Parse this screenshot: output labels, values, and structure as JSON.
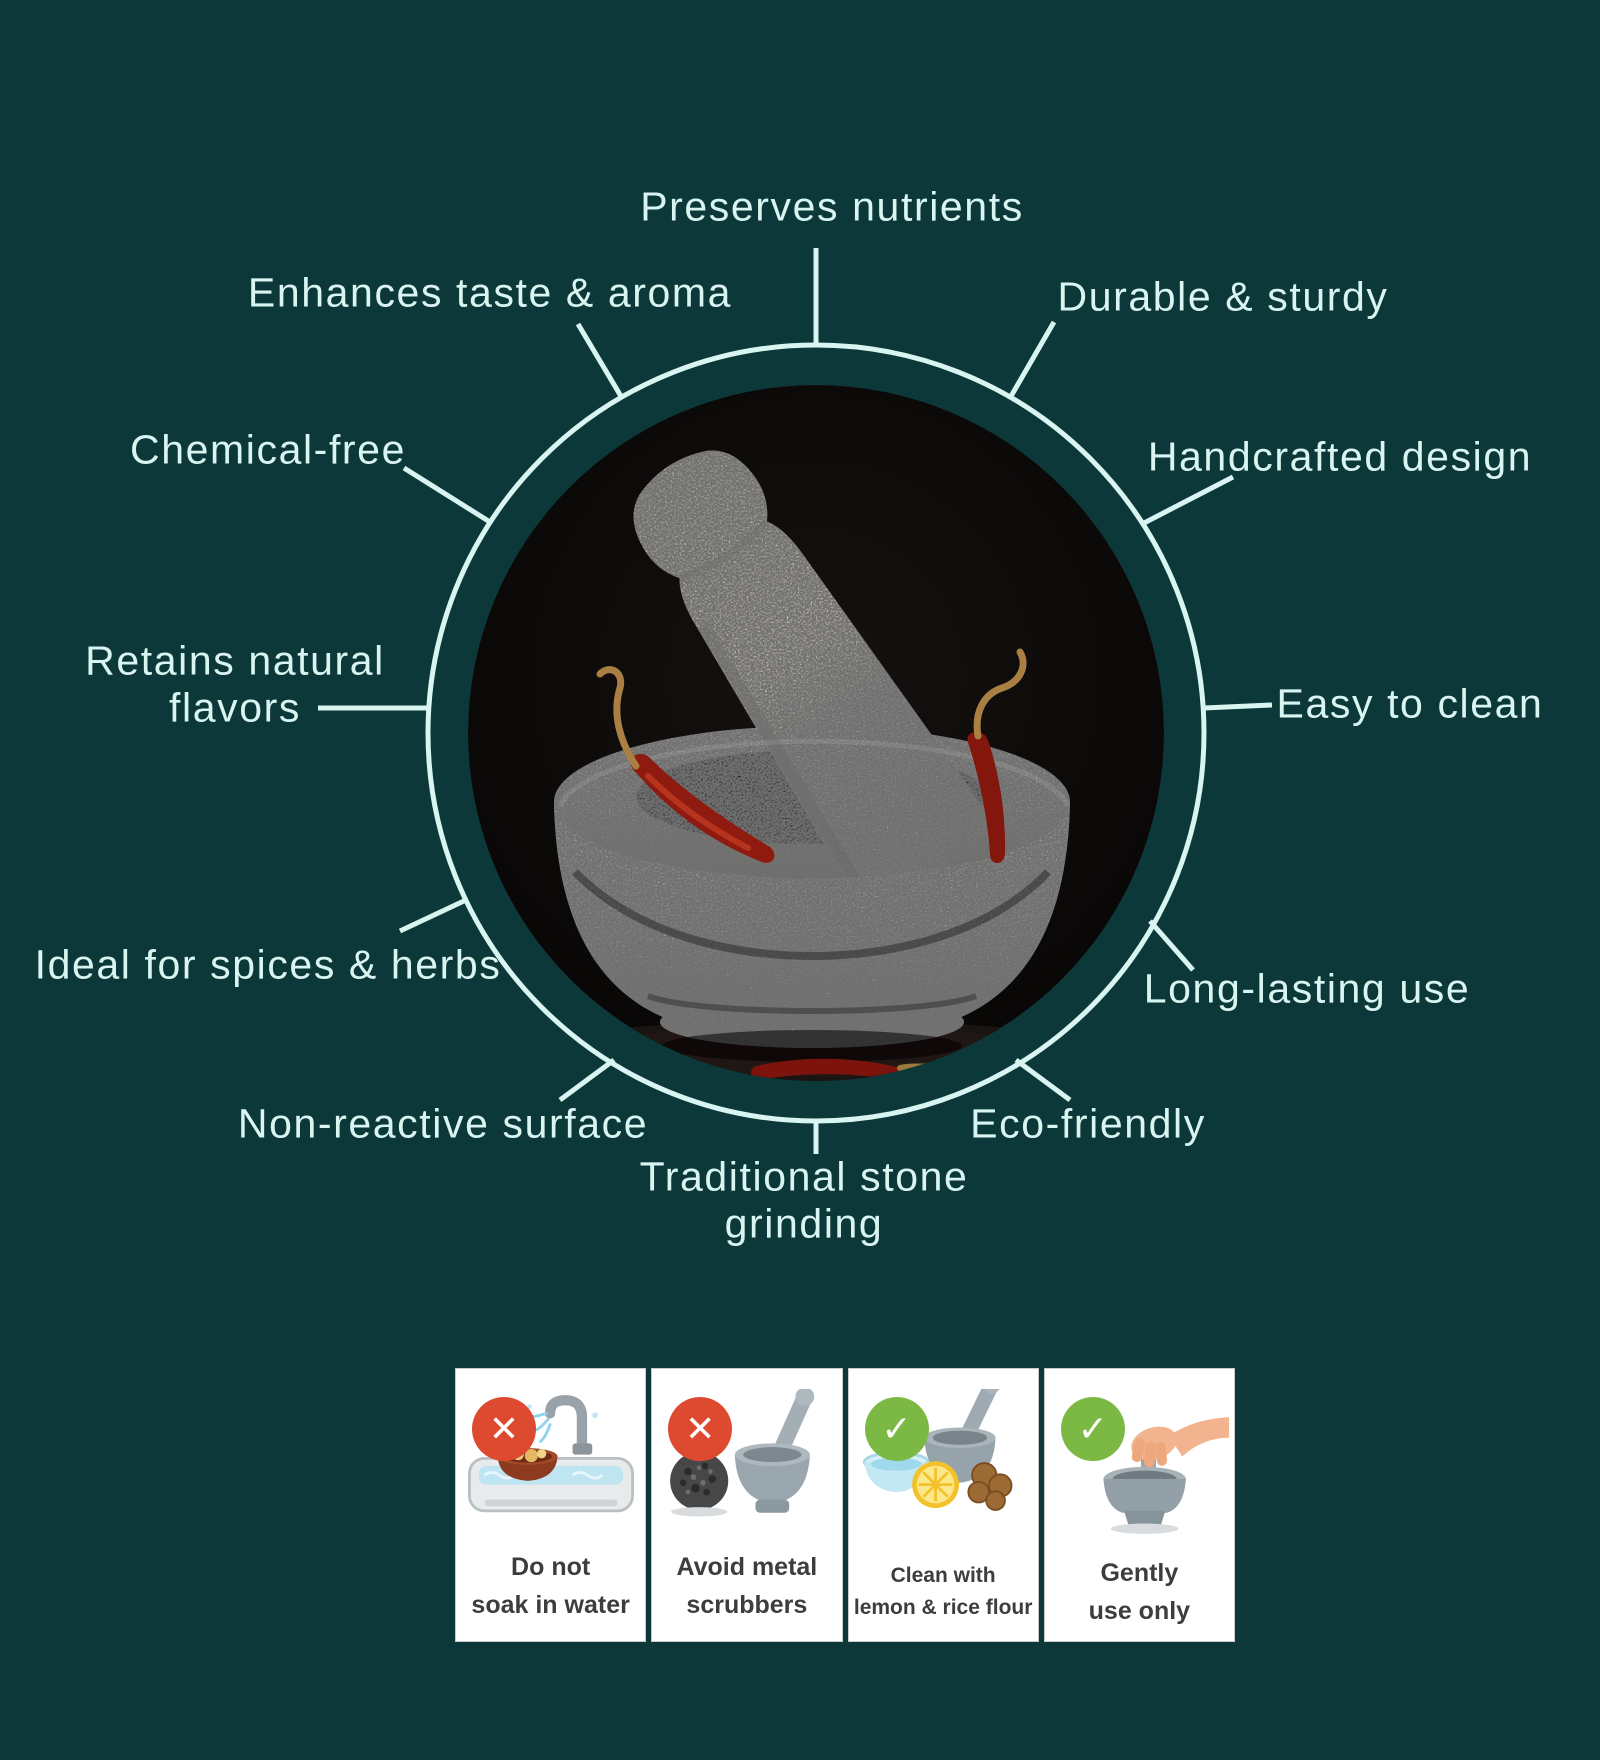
{
  "colors": {
    "background": "#0d3839",
    "accent_mint": "#d9f5f1",
    "card_background": "#ffffff",
    "card_text": "#3d3d3d",
    "not_allowed_red": "#dd4a30",
    "allowed_green": "#7cb944"
  },
  "diagram": {
    "center_image_name": "granite-mortar-and-pestle-with-dried-red-chilies-photo",
    "features": [
      {
        "label": "Preserves nutrients"
      },
      {
        "label": "Enhances taste & aroma"
      },
      {
        "label": "Durable & sturdy"
      },
      {
        "label": "Chemical-free"
      },
      {
        "label": "Handcrafted design"
      },
      {
        "label": "Retains natural\nflavors"
      },
      {
        "label": "Easy to clean"
      },
      {
        "label": "Ideal for spices & herbs"
      },
      {
        "label": "Long-lasting use"
      },
      {
        "label": "Non-reactive surface"
      },
      {
        "label": "Eco-friendly"
      },
      {
        "label": "Traditional stone\ngrinding"
      }
    ]
  },
  "care_cards": [
    {
      "status": "not-allowed",
      "glyph": "✕",
      "caption": "Do not\nsoak in water",
      "illustration": "bowl-soaking-in-sink"
    },
    {
      "status": "not-allowed",
      "glyph": "✕",
      "caption": "Avoid metal\nscrubbers",
      "illustration": "metal-scrubber-and-mortar"
    },
    {
      "status": "allowed",
      "glyph": "✓",
      "caption": "Clean with\nlemon & rice flour",
      "illustration": "mortar-with-lemon-water-walnuts"
    },
    {
      "status": "allowed",
      "glyph": "✓",
      "caption": "Gently\nuse only",
      "illustration": "hand-gently-using-mortar"
    }
  ]
}
